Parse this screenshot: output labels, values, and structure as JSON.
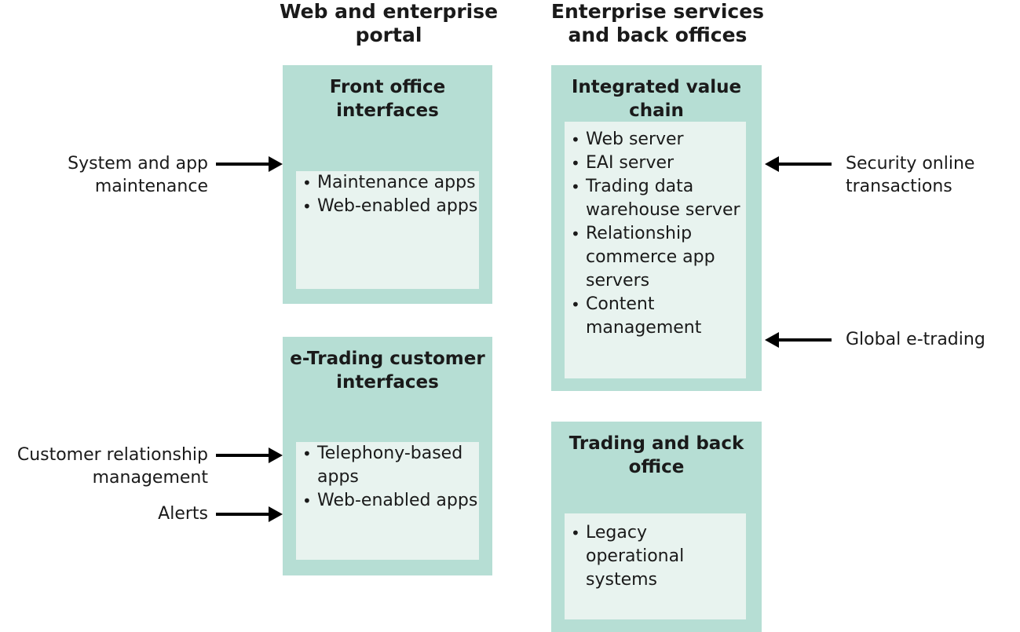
{
  "headings": {
    "left": "Web and enterprise portal",
    "right": "Enterprise services and back offices"
  },
  "colors": {
    "panel": "#b6ded4",
    "inner": "#e8f3ef",
    "text": "#1a1a1a",
    "arrow": "#000000",
    "background": "#ffffff"
  },
  "panels": [
    {
      "title": "Front office interfaces",
      "items": [
        "Maintenance apps",
        "Web-enabled apps"
      ]
    },
    {
      "title": "e-Trading customer interfaces",
      "items": [
        "Telephony-based apps",
        "Web-enabled apps"
      ]
    },
    {
      "title": "Integrated value chain",
      "items": [
        "Web server",
        "EAI server",
        "Trading data warehouse server",
        "Relationship commerce app servers",
        "Content management"
      ]
    },
    {
      "title": "Trading and back office",
      "items": [
        "Legacy operational systems"
      ]
    }
  ],
  "annotations": [
    {
      "text": "System and app maintenance",
      "direction": "right"
    },
    {
      "text": "Customer relationship management",
      "direction": "right"
    },
    {
      "text": "Alerts",
      "direction": "right"
    },
    {
      "text": "Security online transactions",
      "direction": "left"
    },
    {
      "text": "Global e-trading",
      "direction": "left"
    }
  ]
}
